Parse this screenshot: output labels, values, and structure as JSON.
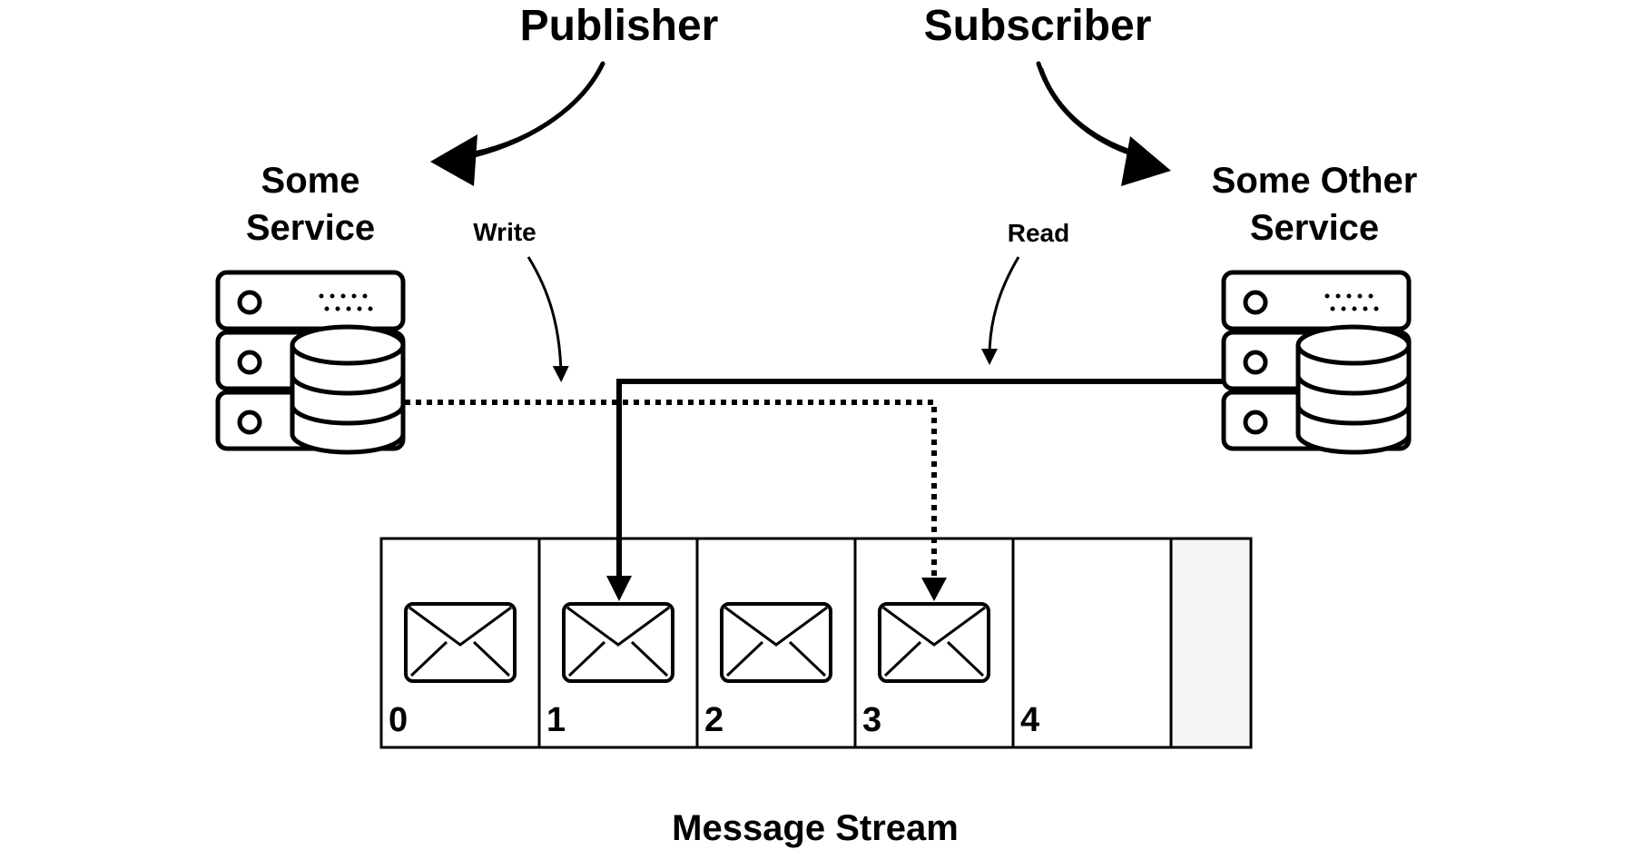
{
  "roles": {
    "publisher": "Publisher",
    "subscriber": "Subscriber"
  },
  "services": {
    "left_line1": "Some",
    "left_line2": "Service",
    "right_line1": "Some Other",
    "right_line2": "Service"
  },
  "actions": {
    "write": "Write",
    "read": "Read"
  },
  "stream": {
    "title": "Message Stream",
    "slots": [
      {
        "index": "0",
        "has_message": true
      },
      {
        "index": "1",
        "has_message": true
      },
      {
        "index": "2",
        "has_message": true
      },
      {
        "index": "3",
        "has_message": true
      },
      {
        "index": "4",
        "has_message": false
      }
    ]
  }
}
